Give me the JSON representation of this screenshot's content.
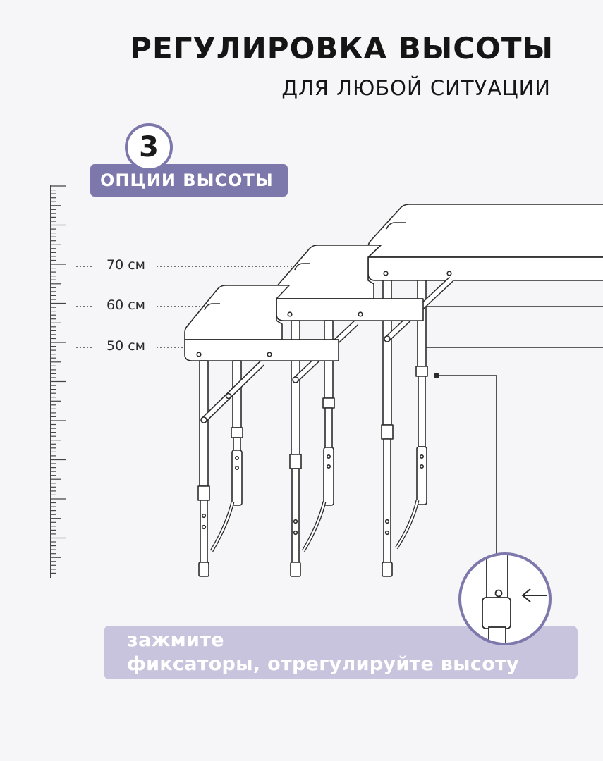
{
  "header": {
    "title": "РЕГУЛИРОВКА ВЫСОТЫ",
    "subtitle": "ДЛЯ ЛЮБОЙ СИТУАЦИИ"
  },
  "options_badge": {
    "count": "3",
    "label": "ОПЦИИ ВЫСОТЫ"
  },
  "heights": [
    {
      "label": "70 см"
    },
    {
      "label": "60 см"
    },
    {
      "label": "50 см"
    }
  ],
  "instruction": {
    "line1": "зажмите",
    "line2": "фиксаторы, отрегулируйте высоту"
  },
  "colors": {
    "accent": "#7d78ac",
    "accent_light": "#c8c4dd",
    "line": "#333333",
    "background": "#f6f6f8"
  },
  "icons": [
    "arrow-left-icon"
  ]
}
